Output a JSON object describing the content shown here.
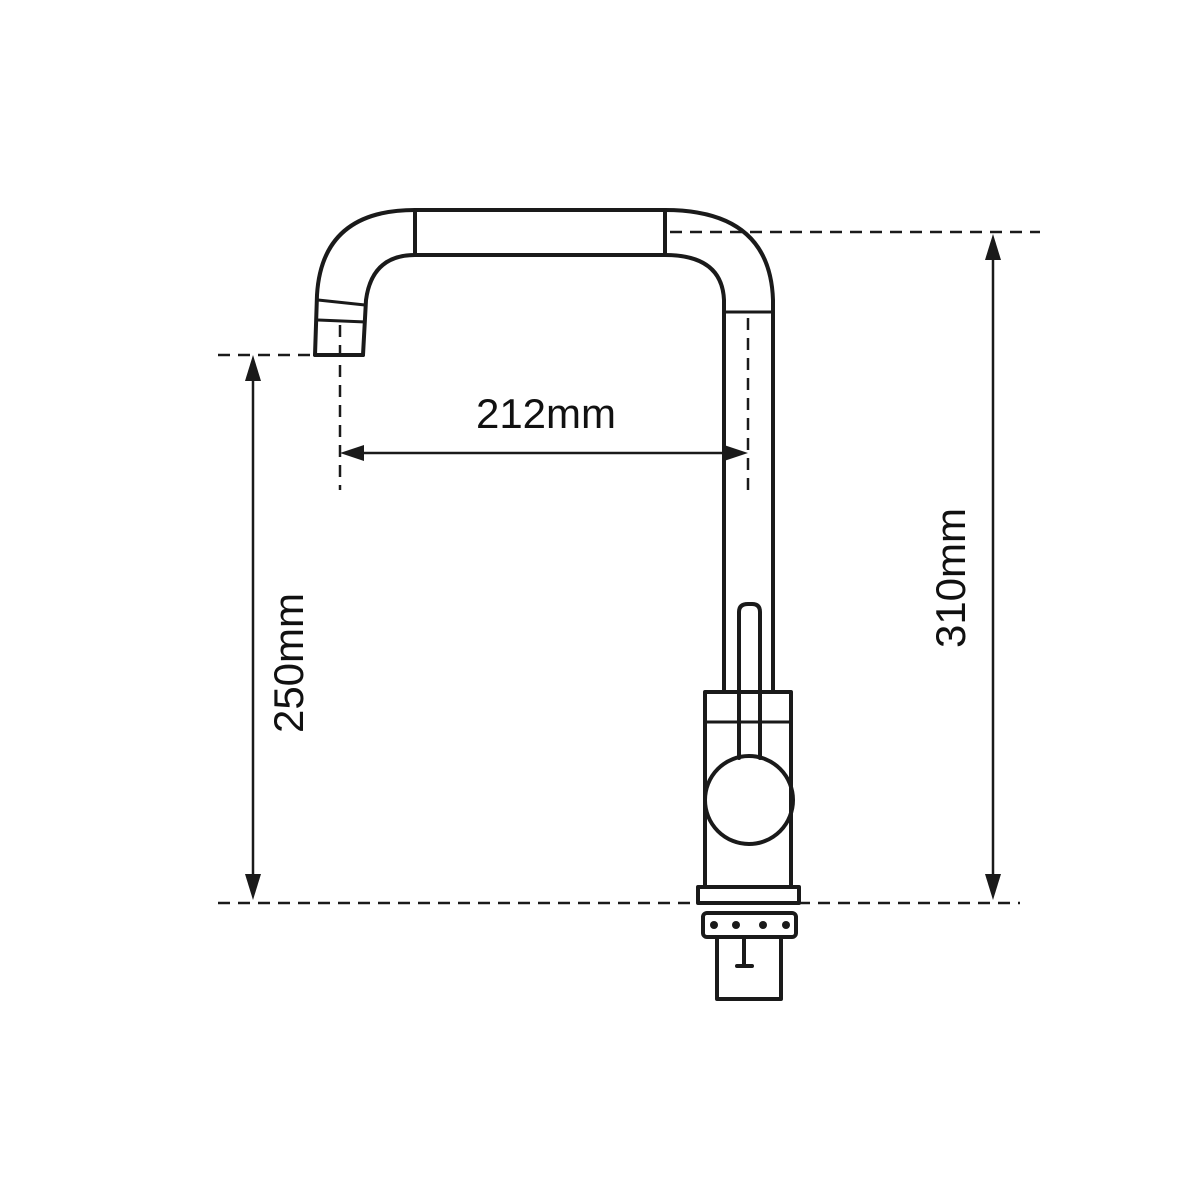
{
  "dimensions": {
    "spout_reach": "212mm",
    "spout_height": "250mm",
    "total_height": "310mm"
  }
}
